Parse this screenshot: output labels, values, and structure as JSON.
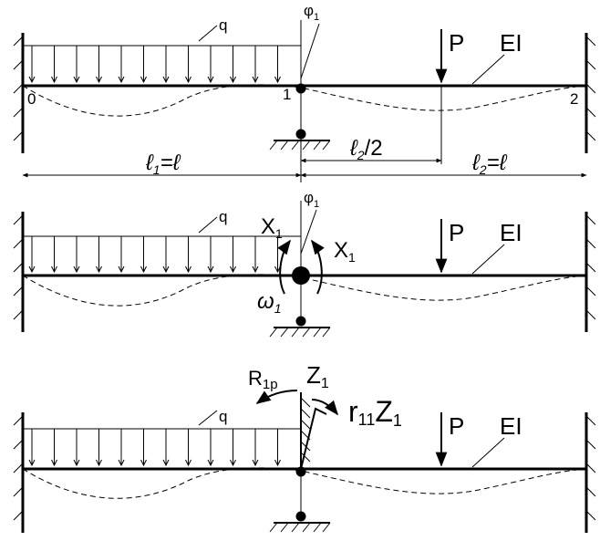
{
  "panel1": {
    "q": "q",
    "phi": "φ",
    "phi_sub": "1",
    "P": "P",
    "EI": "EI",
    "node0": "0",
    "node1": "1",
    "node2": "2",
    "dim_l1_a": "ℓ",
    "dim_l1_sub": "1",
    "dim_l1_b": "=ℓ",
    "dim_mid_a": "ℓ",
    "dim_mid_sub": "2",
    "dim_mid_b": "/2",
    "dim_l2_a": "ℓ",
    "dim_l2_sub": "2",
    "dim_l2_b": "=ℓ"
  },
  "panel2": {
    "q": "q",
    "phi": "φ",
    "phi_sub": "1",
    "x_left": "X",
    "x_left_sub": "1",
    "x_right": "X",
    "x_right_sub": "1",
    "omega": "ω",
    "omega_sub": "1",
    "P": "P",
    "EI": "EI"
  },
  "panel3": {
    "q": "q",
    "R": "R",
    "R_sub": "1p",
    "Z": "Z",
    "Z_sub": "1",
    "r": "r",
    "r_sub": "11",
    "rZ": "Z",
    "rZ_sub": "1",
    "P": "P",
    "EI": "EI"
  }
}
